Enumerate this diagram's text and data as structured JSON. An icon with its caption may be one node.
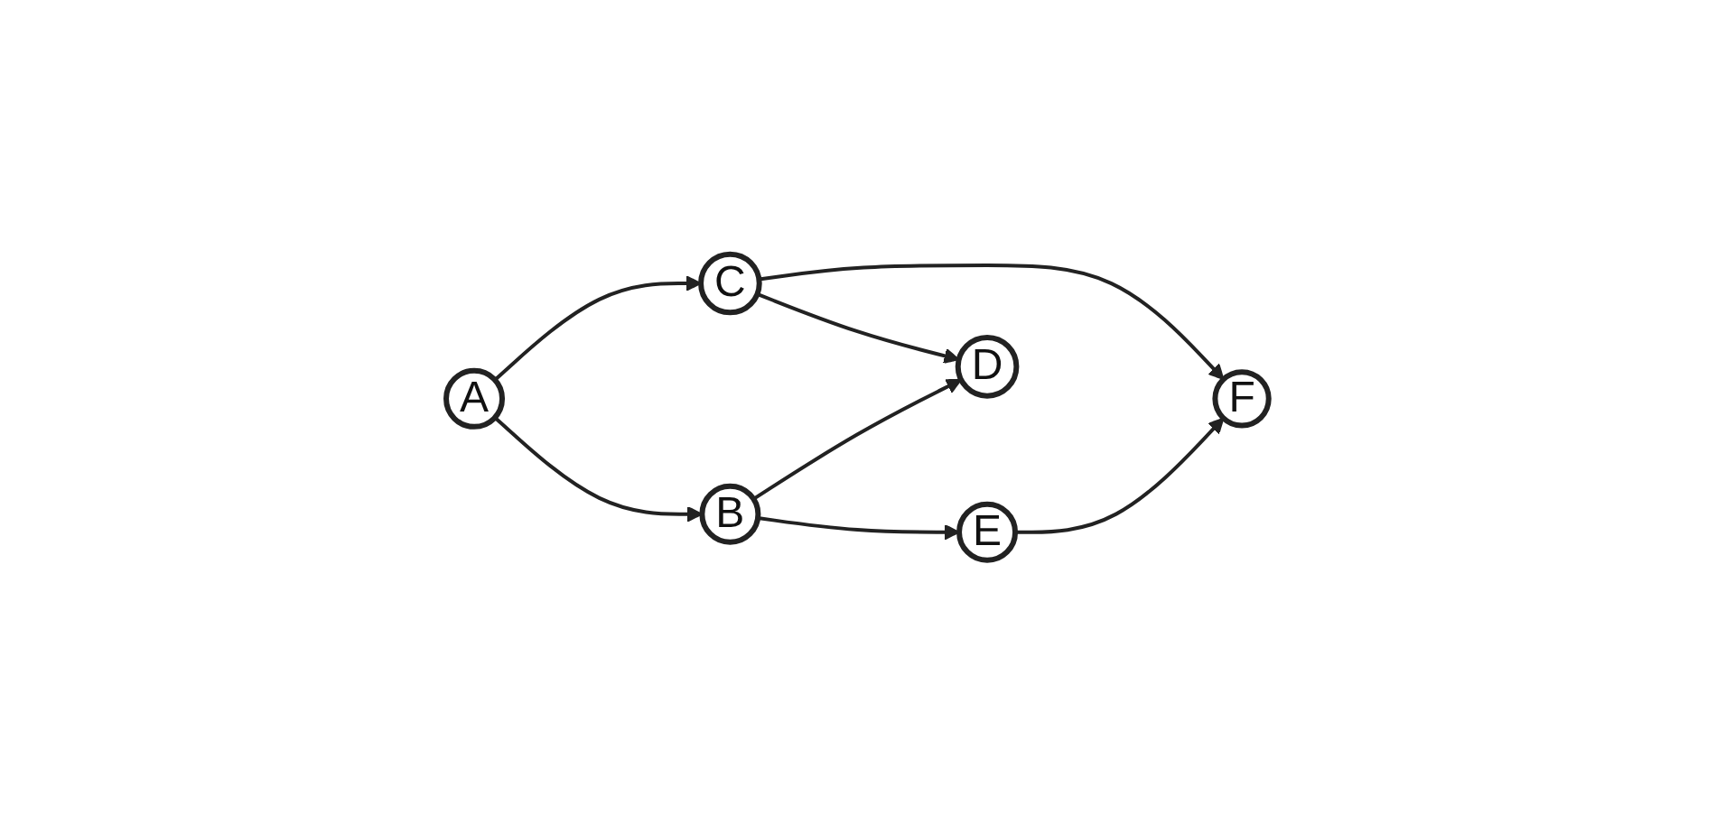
{
  "diagram": {
    "nodes": [
      {
        "text": [
          "A"
        ]
      },
      {
        "text": [
          "B"
        ]
      },
      {
        "text": [
          "C"
        ]
      },
      {
        "text": [
          "D"
        ]
      },
      {
        "text": [
          "E"
        ]
      },
      {
        "text": [
          "F"
        ]
      }
    ],
    "edges": [
      {
        "from": 0,
        "to": 2,
        "arrow": "to"
      },
      {
        "from": 0,
        "to": 1,
        "arrow": "to"
      },
      {
        "from": 2,
        "to": 5,
        "arrow": "to"
      },
      {
        "from": 2,
        "to": 3,
        "arrow": "to"
      },
      {
        "from": 1,
        "to": 3,
        "arrow": "to"
      },
      {
        "from": 1,
        "to": 4,
        "arrow": "to"
      },
      {
        "from": 4,
        "to": 5,
        "arrow": "to"
      }
    ]
  }
}
